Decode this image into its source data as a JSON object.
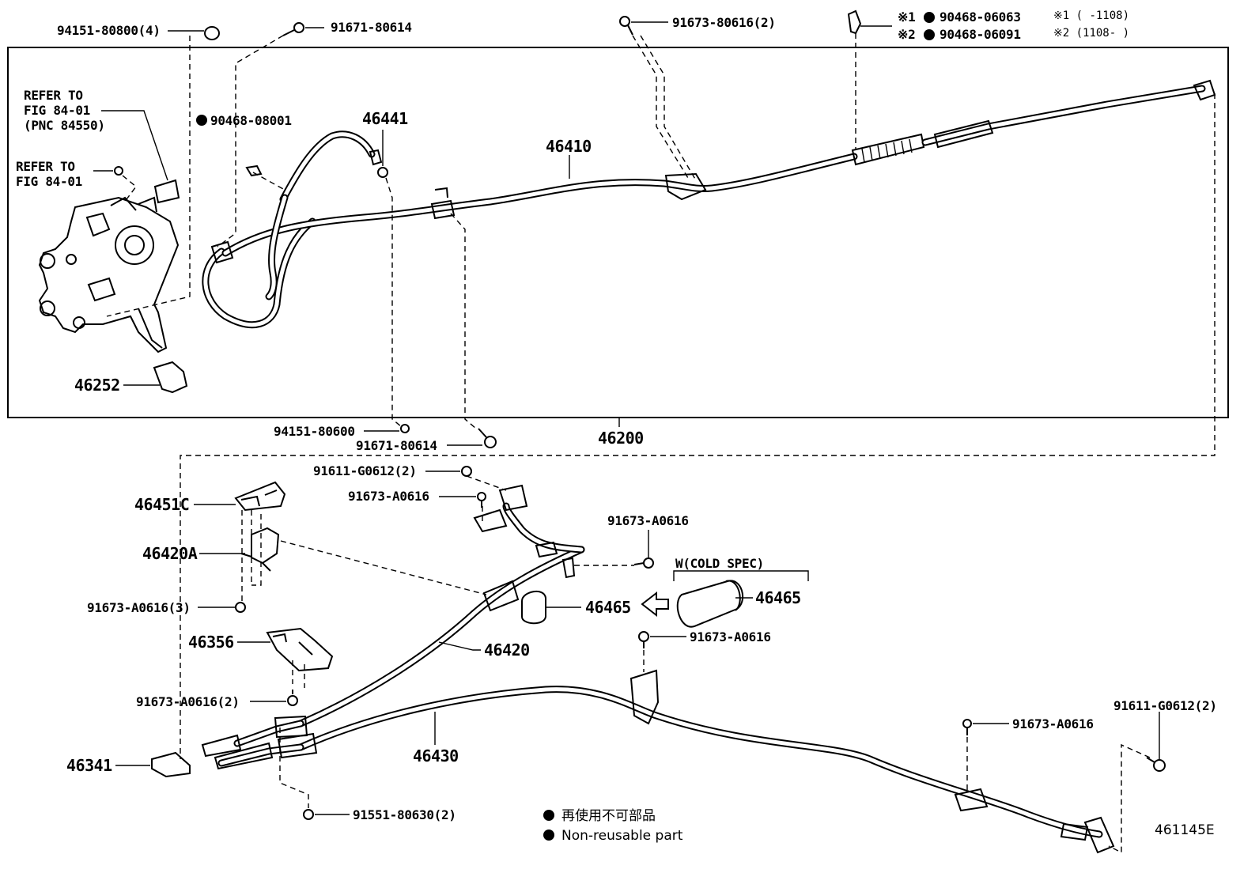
{
  "diagram": {
    "figure_code": "461145E",
    "assembly_ref": "46200",
    "refer_notes": [
      {
        "lines": [
          "REFER TO",
          "FIG 84-01",
          "(PNC 84550)"
        ]
      },
      {
        "lines": [
          "REFER TO",
          "FIG 84-01"
        ]
      }
    ],
    "variant_notes": {
      "v1_mark": "※1",
      "v1_part": "90468-06063",
      "v1_range": "※1 (     -1108)",
      "v2_mark": "※2",
      "v2_part": "90468-06091",
      "v2_range": "※2 (1108-     )"
    },
    "cold_spec_label": "W(COLD SPEC)",
    "labels": {
      "p94151_80800": "94151-80800(4)",
      "p91671_80614_top": "91671-80614",
      "p91673_80616": "91673-80616(2)",
      "p90468_08001": "90468-08001",
      "p46441": "46441",
      "p46410": "46410",
      "p46252": "46252",
      "p94151_80600": "94151-80600",
      "p91671_80614_bot": "91671-80614",
      "p46200": "46200",
      "p91611_G0612_a": "91611-G0612(2)",
      "p91673_A0616_a": "91673-A0616",
      "p91673_A0616_b": "91673-A0616",
      "p46451C": "46451C",
      "p46420A": "46420A",
      "p91673_A0616_3": "91673-A0616(3)",
      "p46465_a": "46465",
      "p46465_b": "46465",
      "p91673_A0616_c": "91673-A0616",
      "p46420": "46420",
      "p46356": "46356",
      "p91673_A0616_2": "91673-A0616(2)",
      "p46430": "46430",
      "p46341": "46341",
      "p91551_80630": "91551-80630(2)",
      "p91673_A0616_d": "91673-A0616",
      "p91611_G0612_b": "91611-G0612(2)"
    },
    "legend": [
      {
        "text": "再使用不可部品"
      },
      {
        "text": "Non-reusable part"
      }
    ]
  }
}
